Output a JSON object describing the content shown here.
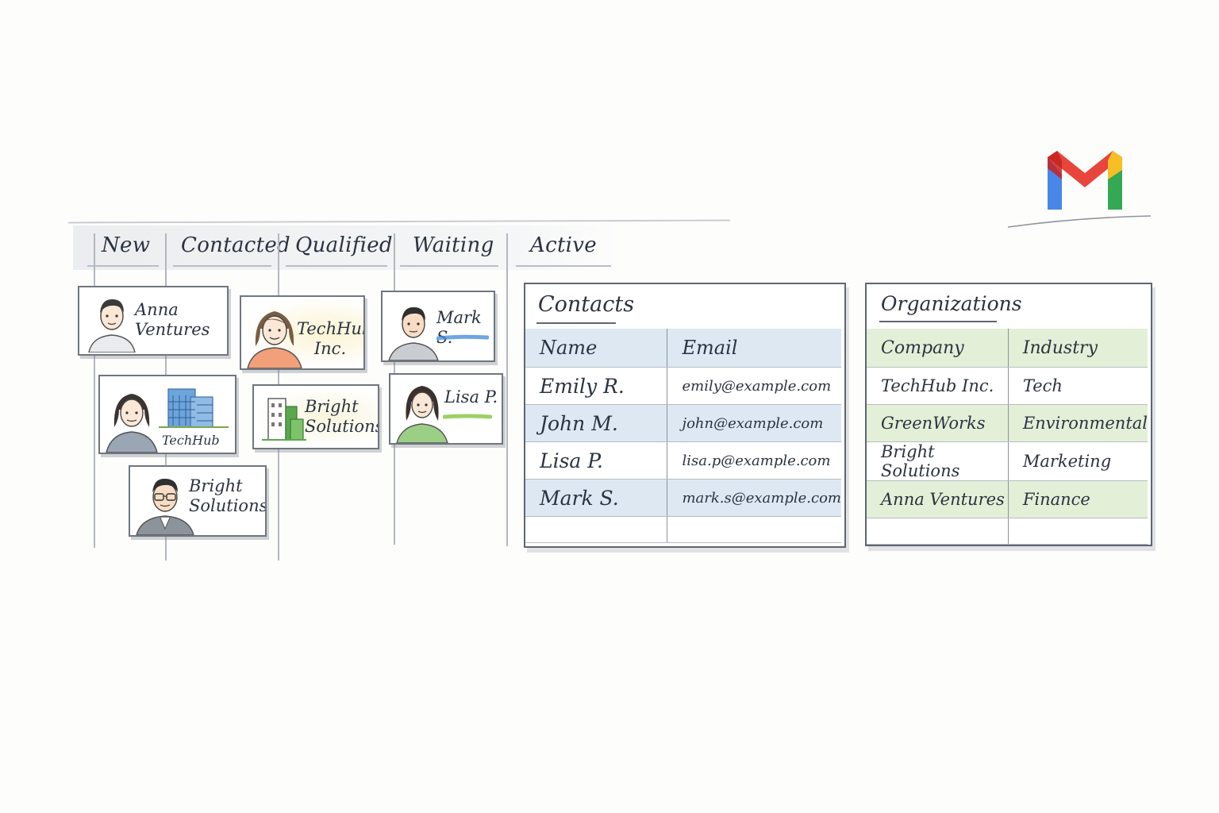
{
  "pipeline": {
    "stages": [
      "New",
      "Contacted",
      "Qualified",
      "Waiting",
      "Active"
    ]
  },
  "cards": {
    "anna_ventures": "Anna Ventures",
    "techhub_inc": "TechHub Inc.",
    "mark_s": "Mark S.",
    "techhub_inc_building": "TechHub Inc.",
    "bright_solutions_building": "Bright Solutions",
    "lisa_p": "Lisa P.",
    "bright_solutions": "Bright Solutions"
  },
  "contacts": {
    "title": "Contacts",
    "columns": [
      "Name",
      "Email"
    ],
    "rows": [
      {
        "name": "Emily R.",
        "email": "emily@example.com"
      },
      {
        "name": "John M.",
        "email": "john@example.com"
      },
      {
        "name": "Lisa P.",
        "email": "lisa.p@example.com"
      },
      {
        "name": "Mark S.",
        "email": "mark.s@example.com"
      }
    ]
  },
  "organizations": {
    "title": "Organizations",
    "columns": [
      "Company",
      "Industry"
    ],
    "rows": [
      {
        "company": "TechHub Inc.",
        "industry": "Tech"
      },
      {
        "company": "GreenWorks",
        "industry": "Environmental"
      },
      {
        "company": "Bright Solutions",
        "industry": "Marketing"
      },
      {
        "company": "Anna Ventures",
        "industry": "Finance"
      }
    ]
  },
  "logo": {
    "icon": "gmail-icon",
    "colors": {
      "red": "#e8453c",
      "blue": "#4a86e8",
      "green": "#34a853",
      "yellow": "#f6bf26"
    }
  },
  "colors": {
    "contacts_highlight": "#dde8f3",
    "orgs_highlight": "#e3efd7"
  }
}
